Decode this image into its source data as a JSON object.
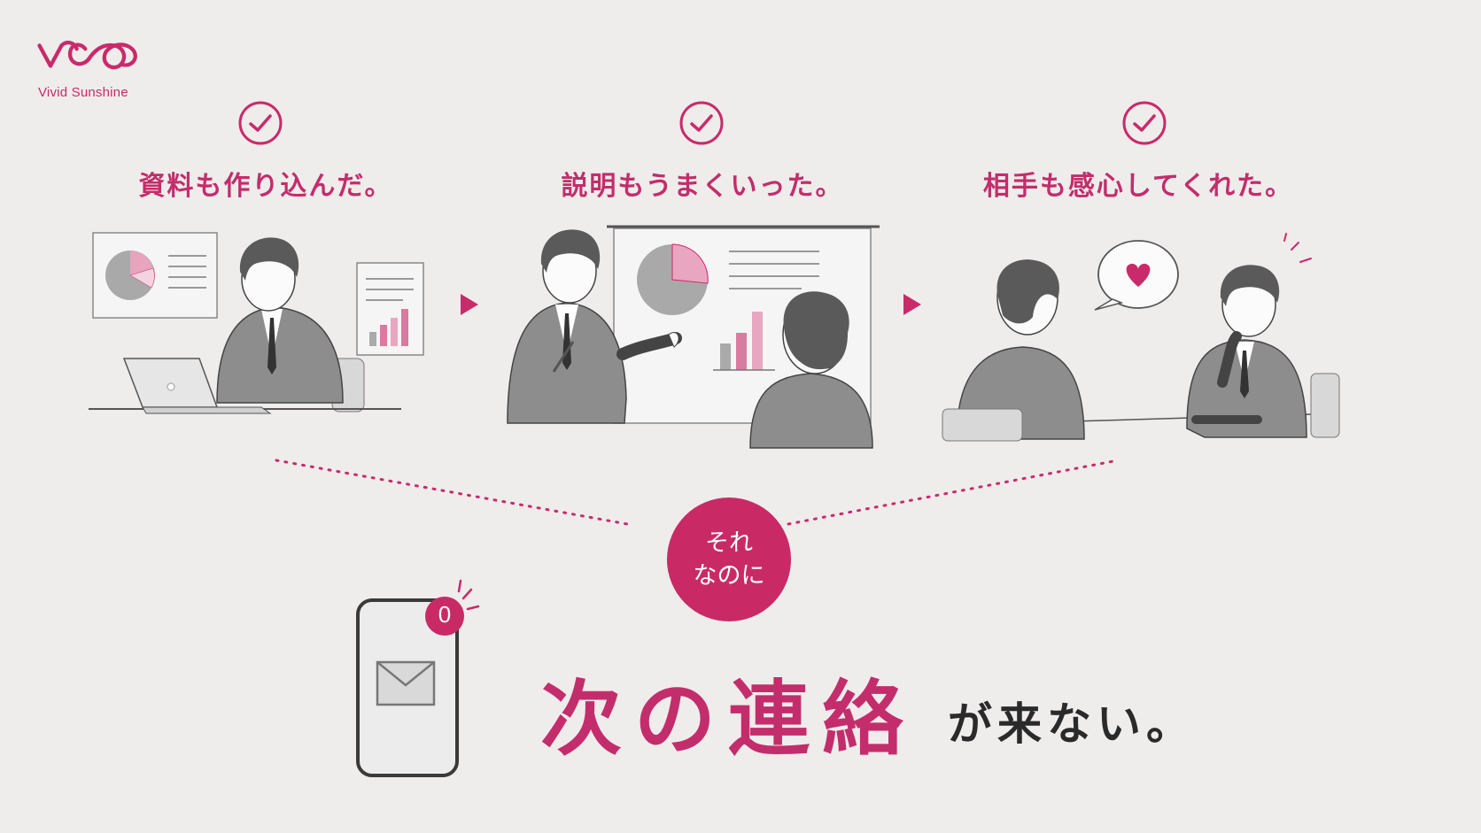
{
  "brand": {
    "name": "Vivid Sunshine",
    "accent": "#c92a6a"
  },
  "steps": [
    {
      "title": "資料も作り込んだ。",
      "icon": "check-circle-icon",
      "scene": "man-at-laptop-with-pie-chart-and-bar-chart"
    },
    {
      "title": "説明もうまくいった。",
      "icon": "check-circle-icon",
      "scene": "man-presenting-whiteboard-to-client"
    },
    {
      "title": "相手も感心してくれた。",
      "icon": "check-circle-icon",
      "scene": "client-reacting-with-heart-speech-bubble"
    }
  ],
  "connector": {
    "line1": "それ",
    "line2": "なのに"
  },
  "notification": {
    "count": "0",
    "icon": "mail-icon"
  },
  "headline": {
    "main": "次の連絡",
    "sub": "が来ない。"
  }
}
